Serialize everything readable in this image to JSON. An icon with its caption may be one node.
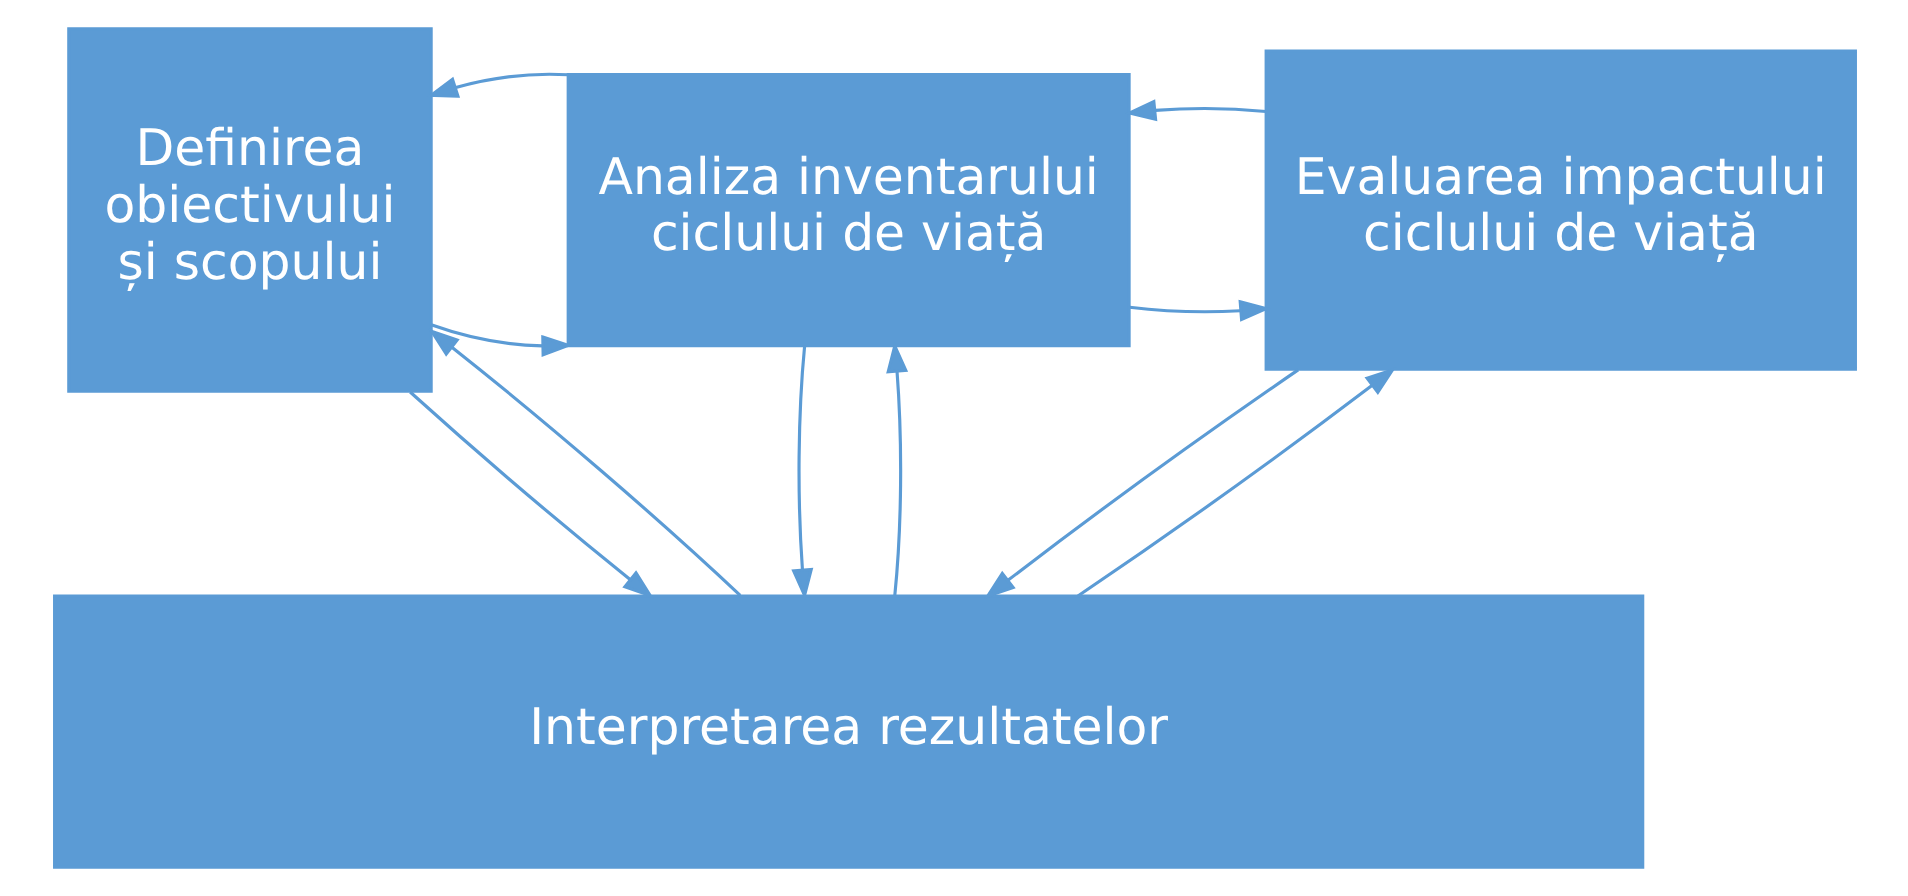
{
  "diagram": {
    "nodes": [
      {
        "text": [
          "Definirea obiectivului și scopului"
        ]
      },
      {
        "text": [
          "Analiza inventarului ciclului de viață"
        ]
      },
      {
        "text": [
          "Evaluarea impactului ciclului de viață"
        ]
      },
      {
        "text": [
          "Interpretarea rezultatelor"
        ]
      }
    ],
    "edges": [
      {
        "from": 0,
        "to": 1,
        "arrow": "to"
      },
      {
        "from": 1,
        "to": 0,
        "arrow": "to"
      },
      {
        "from": 1,
        "to": 2,
        "arrow": "to"
      },
      {
        "from": 2,
        "to": 1,
        "arrow": "to"
      },
      {
        "from": 0,
        "to": 3,
        "arrow": "to"
      },
      {
        "from": 3,
        "to": 0,
        "arrow": "to"
      },
      {
        "from": 1,
        "to": 3,
        "arrow": "to"
      },
      {
        "from": 3,
        "to": 1,
        "arrow": "to"
      },
      {
        "from": 2,
        "to": 3,
        "arrow": "to"
      },
      {
        "from": 3,
        "to": 2,
        "arrow": "to"
      }
    ]
  }
}
